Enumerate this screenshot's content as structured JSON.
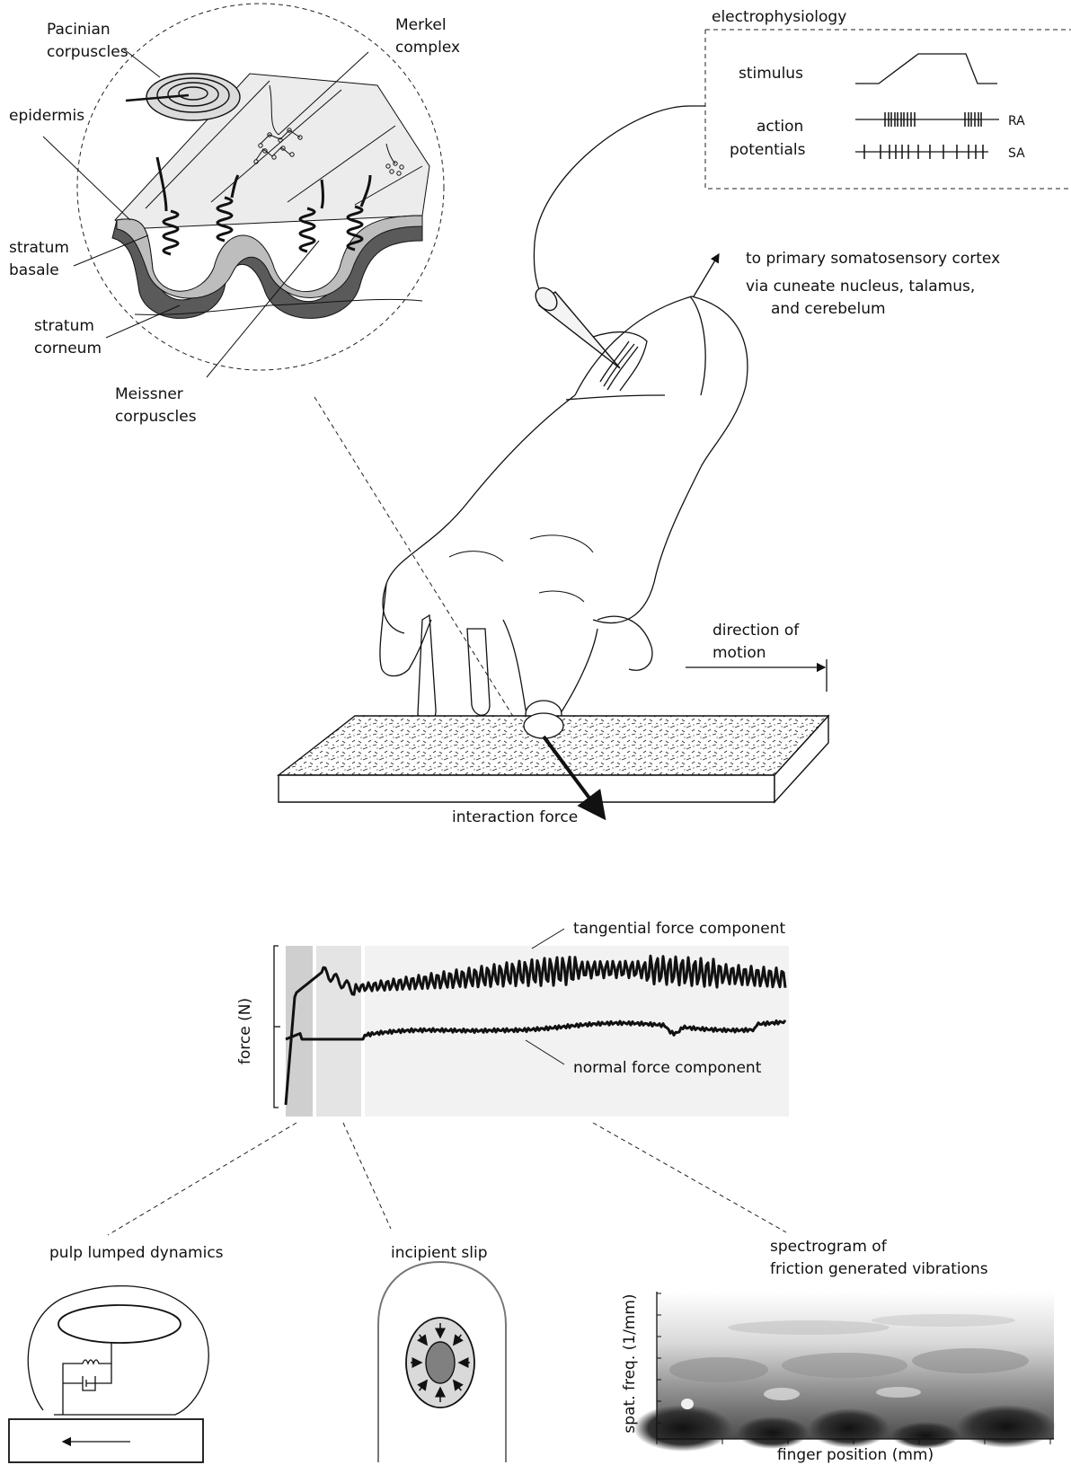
{
  "skin_inset": {
    "pacinian": [
      "Pacinian",
      "corpuscles"
    ],
    "merkel": [
      "Merkel",
      "complex"
    ],
    "epidermis": "epidermis",
    "stratum_basale": [
      "stratum",
      "basale"
    ],
    "stratum_corneum": [
      "stratum",
      "corneum"
    ],
    "meissner": [
      "Meissner",
      "corpuscles"
    ]
  },
  "electrophysiology": {
    "title": "electrophysiology",
    "stimulus": "stimulus",
    "action_potentials": [
      "action",
      "potentials"
    ],
    "ra": "RA",
    "sa": "SA"
  },
  "cortex": {
    "line1": "to primary somatosensory cortex",
    "line2": "via cuneate nucleus, talamus,",
    "line3": "and cerebelum"
  },
  "motion": [
    "direction of",
    "motion"
  ],
  "interaction_force": "interaction force",
  "force_plot": {
    "ylabel": "force (N)",
    "tangential": "tangential force component",
    "normal": "normal force component"
  },
  "bottom_panels": {
    "pulp": "pulp lumped dynamics",
    "slip": "incipient slip",
    "spectrogram": [
      "spectrogram of",
      "friction generated vibrations"
    ],
    "spec_ylabel": "spat. freq. (1/mm)",
    "spec_xlabel": "finger position (mm)"
  }
}
